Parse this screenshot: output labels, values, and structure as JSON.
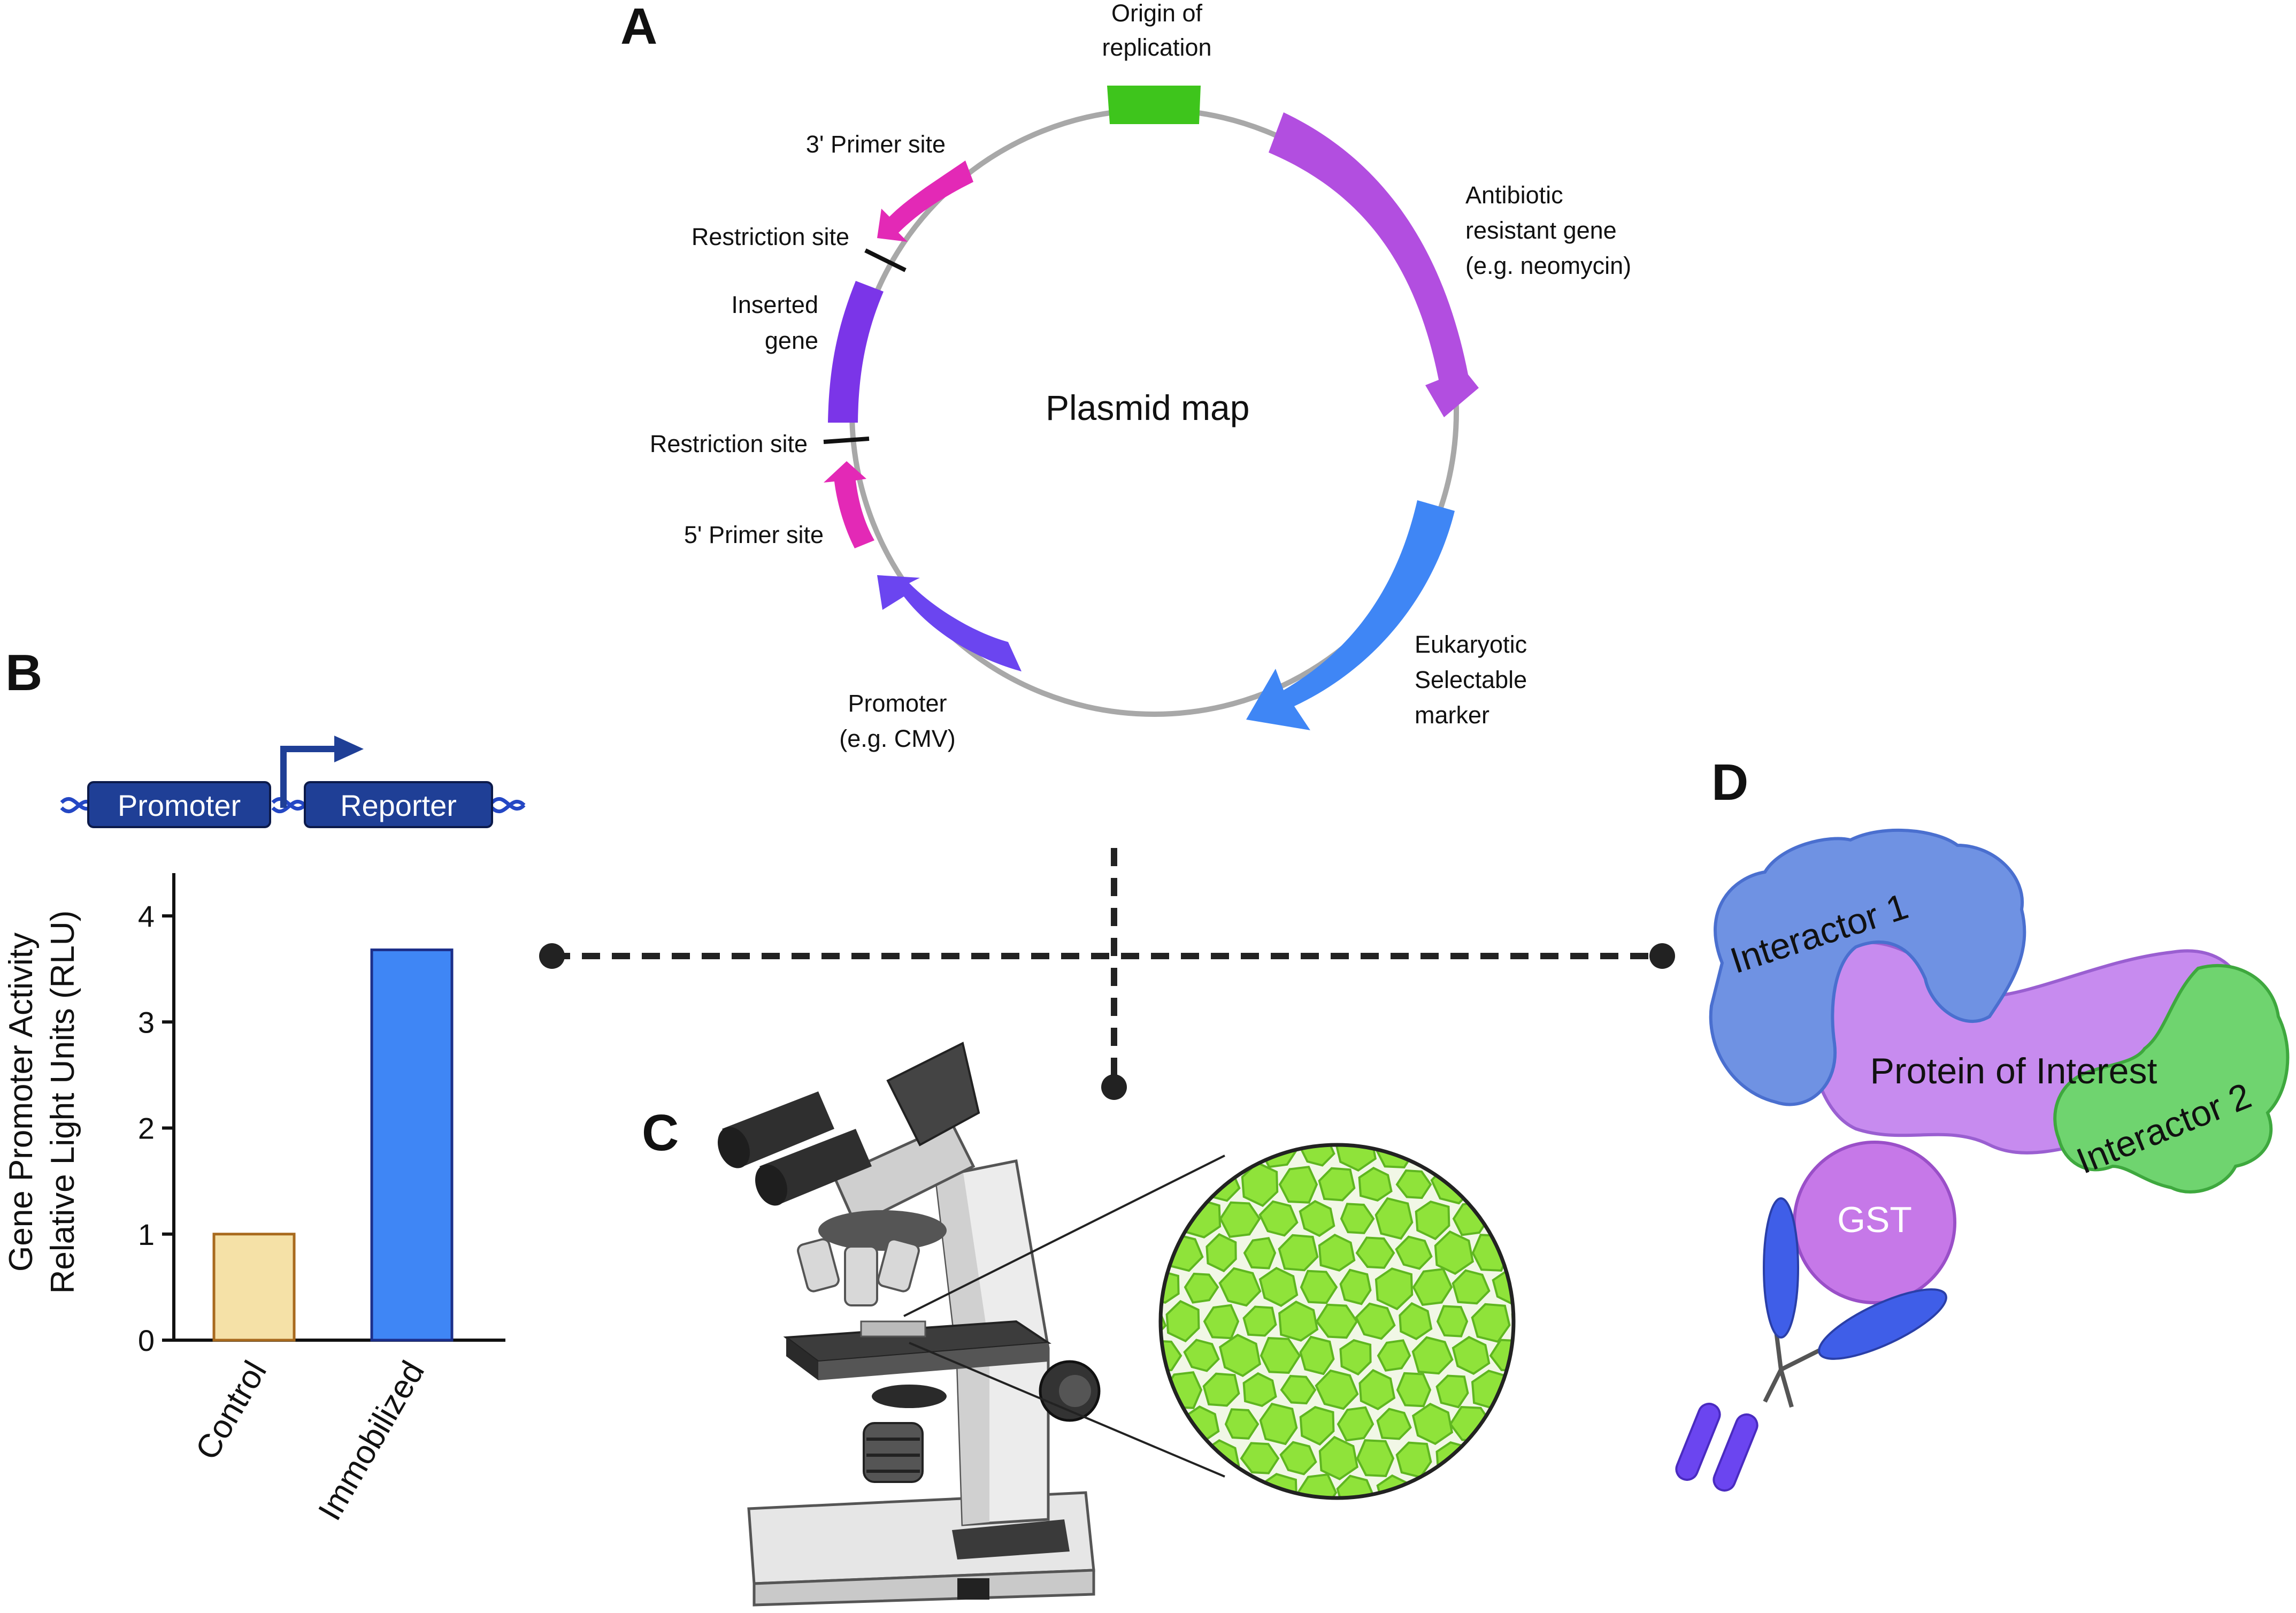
{
  "panels": {
    "a": "A",
    "b": "B",
    "c": "C",
    "d": "D"
  },
  "plasmid": {
    "center_label": "Plasmid map",
    "labels": {
      "origin_1": "Origin of",
      "origin_2": "replication",
      "antibiotic_1": "Antibiotic",
      "antibiotic_2": "resistant gene",
      "antibiotic_3": "(e.g. neomycin)",
      "eukaryotic_1": "Eukaryotic",
      "eukaryotic_2": "Selectable",
      "eukaryotic_3": "marker",
      "promoter_1": "Promoter",
      "promoter_2": "(e.g. CMV)",
      "primer5": "5' Primer site",
      "restriction_lower": "Restriction site",
      "inserted_1": "Inserted",
      "inserted_2": "gene",
      "restriction_upper": "Restriction site",
      "primer3": "3' Primer site"
    },
    "colors": {
      "backbone": "#a8a8a8",
      "origin": "#3ec51c",
      "antibiotic": "#b24ee0",
      "eukaryotic": "#3f86f5",
      "promoter": "#6b45f0",
      "primer": "#e329b6",
      "inserted": "#7b35e8"
    }
  },
  "construct": {
    "promoter_label": "Promoter",
    "reporter_label": "Reporter",
    "box_color": "#1f3f96",
    "dna_color": "#2447c4"
  },
  "chart_data": {
    "type": "bar",
    "categories": [
      "Control",
      "Immobilized"
    ],
    "values": [
      1,
      3.68
    ],
    "ylabel_line1": "Gene Promoter Activity",
    "ylabel_line2": "Relative Light Units (RLU)",
    "ylim": [
      0,
      4
    ],
    "yticks": [
      "0",
      "1",
      "2",
      "3",
      "4"
    ],
    "colors": [
      "#f5e1a7",
      "#3f86f5"
    ],
    "edge_colors": [
      "#a86a1e",
      "#1c2f8a"
    ]
  },
  "protein": {
    "interactor1": "Interactor 1",
    "interactor2": "Interactor 2",
    "poi": "Protein of Interest",
    "gst": "GST",
    "colors": {
      "interactor1": "#6f92e3",
      "interactor2": "#6fd46f",
      "poi": "#c78bef",
      "gst": "#c678e8",
      "antibody": "#3f5ee8"
    }
  }
}
